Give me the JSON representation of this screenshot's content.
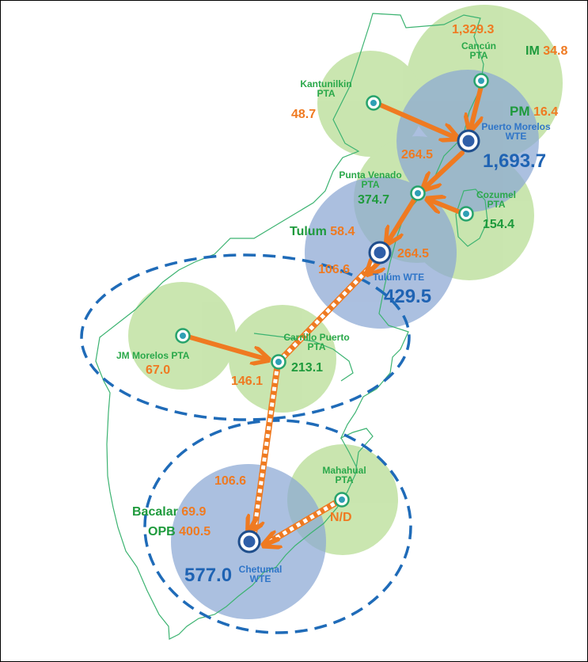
{
  "facilities": {
    "cancun": {
      "name": "Cancún",
      "type": "PTA",
      "value": "1,329.3"
    },
    "im": {
      "name": "IM",
      "value": "34.8"
    },
    "kantunilkin": {
      "name": "Kantunilkin",
      "type": "PTA",
      "value": "48.7"
    },
    "pm": {
      "name": "PM",
      "value": "16.4"
    },
    "puerto_morelos": {
      "name": "Puerto Morelos",
      "type": "WTE",
      "value": "1,693.7"
    },
    "punta_venado": {
      "name": "Punta Venado",
      "type": "PTA",
      "value": "374.7"
    },
    "cozumel": {
      "name": "Cozumel",
      "type": "PTA",
      "value": "154.4"
    },
    "tulum": {
      "name": "Tulum",
      "value": "58.4"
    },
    "tulum_wte": {
      "name": "Tulúm",
      "type": "WTE",
      "value": "429.5"
    },
    "jm_morelos": {
      "name": "JM Morelos PTA",
      "value": "67.0"
    },
    "carrillo_puerto": {
      "name": "Carrillo Puerto",
      "type": "PTA",
      "value": "213.1"
    },
    "mahahual": {
      "name": "Mahahual",
      "type": "PTA",
      "value": "N/D"
    },
    "bacalar": {
      "name": "Bacalar",
      "value": "69.9"
    },
    "opb": {
      "name": "OPB",
      "value": "400.5"
    },
    "chetumal": {
      "name": "Chetumal",
      "type": "WTE",
      "value": "577.0"
    }
  },
  "flows": {
    "pm_to_punta_venado": "264.5",
    "punta_venado_to_tulum": "264.5",
    "tulum_to_carrillo": "106.6",
    "carrillo_value": "146.1",
    "to_chetumal": "106.6"
  },
  "colors": {
    "pta_circle": "#a9d67f",
    "wte_circle": "#8ba7d4",
    "flow_arrow": "#ef7a21",
    "cluster_dashed": "#1f6bb8",
    "outline": "#3cb371",
    "label_green": "#1e9a3c",
    "label_orange": "#ef7a21",
    "label_blue": "#1f63b3"
  },
  "icons": {
    "pta": "pta-target-icon",
    "wte": "wte-target-icon"
  }
}
